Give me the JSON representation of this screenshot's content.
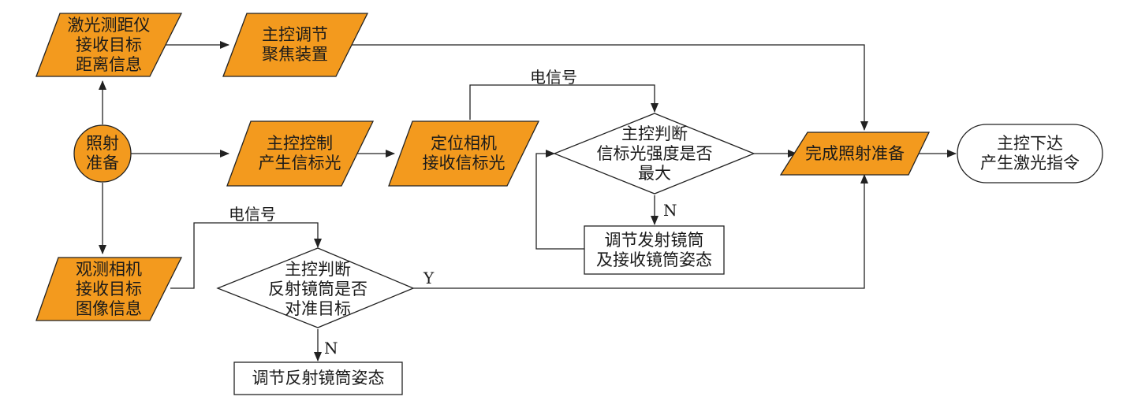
{
  "diagram": {
    "colors": {
      "fill": "#F39A1E",
      "stroke": "#222222",
      "background": "#ffffff"
    },
    "nodes": {
      "prep": {
        "text": "照射\n准备",
        "shape": "circle"
      },
      "rangefind": {
        "text": "激光测距仪\n接收目标\n距离信息",
        "shape": "parallelogram"
      },
      "focus": {
        "text": "主控调节\n聚焦装置",
        "shape": "parallelogram"
      },
      "beacon": {
        "text": "主控控制\n产生信标光",
        "shape": "parallelogram"
      },
      "loccam": {
        "text": "定位相机\n接收信标光",
        "shape": "parallelogram"
      },
      "judge1": {
        "text": "主控判断\n信标光强度是否\n最大",
        "shape": "diamond"
      },
      "adjust1": {
        "text": "调节发射镜筒\n及接收镜筒姿态",
        "shape": "rectangle"
      },
      "ready": {
        "text": "完成照射准备",
        "shape": "parallelogram"
      },
      "laser": {
        "text": "主控下达\n产生激光指令",
        "shape": "terminal"
      },
      "obscam": {
        "text": "观测相机\n接收目标\n图像信息",
        "shape": "parallelogram"
      },
      "judge2": {
        "text": "主控判断\n反射镜筒是否\n对准目标",
        "shape": "diamond"
      },
      "adjust2": {
        "text": "调节反射镜筒姿态",
        "shape": "rectangle"
      }
    },
    "edge_labels": {
      "signal_top": "电信号",
      "signal_bottom": "电信号",
      "judge1_no": "N",
      "judge2_yes": "Y",
      "judge2_no": "N"
    }
  }
}
